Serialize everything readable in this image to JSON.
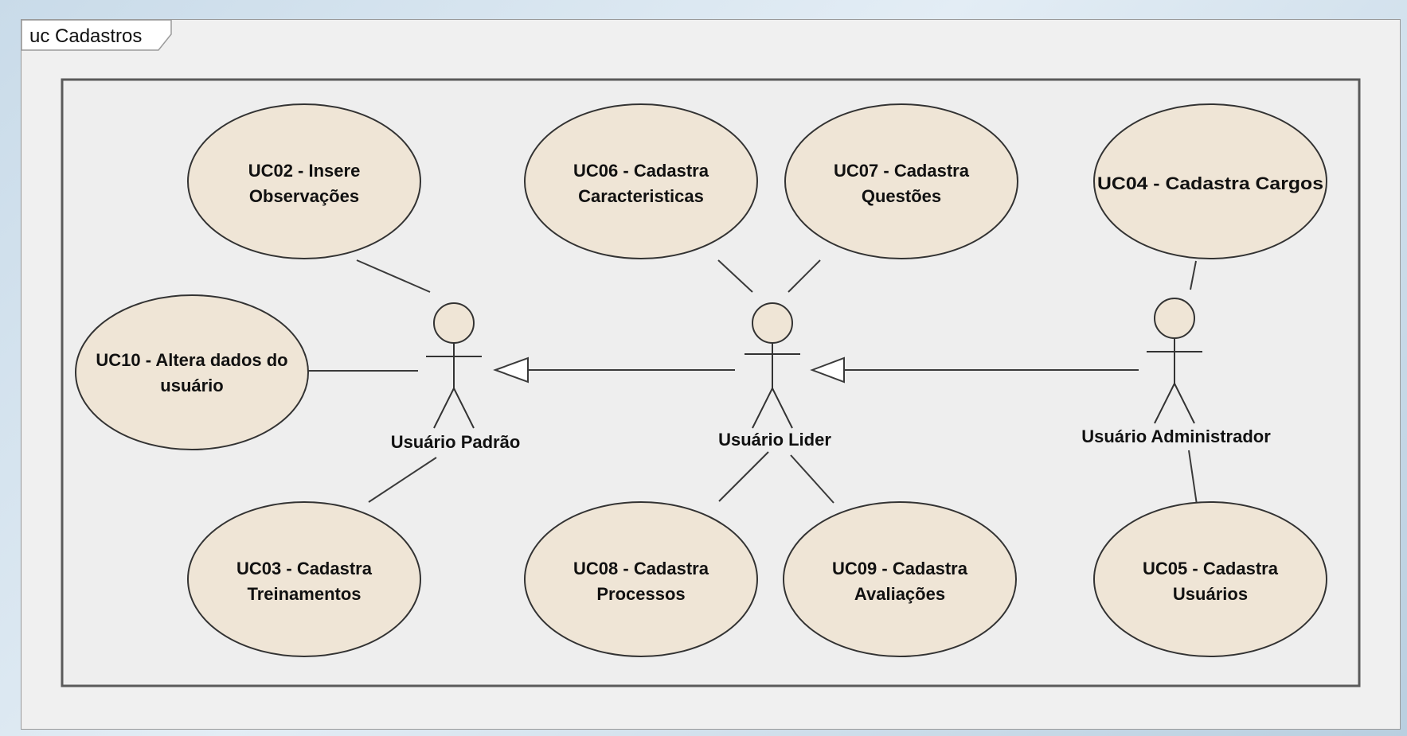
{
  "frame": {
    "label": "uc Cadastros"
  },
  "colors": {
    "usecase_fill": "#efe5d6",
    "stroke": "#5a5a5a",
    "system_fill": "#eeeeee",
    "frame_fill": "#f0f0f0"
  },
  "actors": {
    "padrao": {
      "name": "Usuário Padrão"
    },
    "lider": {
      "name": "Usuário Lider"
    },
    "admin": {
      "name": "Usuário Administrador"
    }
  },
  "use_cases": {
    "uc02": {
      "line1": "UC02 - Insere",
      "line2": "Observações"
    },
    "uc10": {
      "line1": "UC10 - Altera dados do",
      "line2": "usuário"
    },
    "uc03": {
      "line1": "UC03 - Cadastra",
      "line2": "Treinamentos"
    },
    "uc06": {
      "line1": "UC06 - Cadastra",
      "line2": "Caracteristicas"
    },
    "uc07": {
      "line1": "UC07 - Cadastra",
      "line2": "Questões"
    },
    "uc08": {
      "line1": "UC08 - Cadastra",
      "line2": "Processos"
    },
    "uc09": {
      "line1": "UC09 - Cadastra",
      "line2": "Avaliações"
    },
    "uc04": {
      "line1": "UC04 - Cadastra Cargos"
    },
    "uc05": {
      "line1": "UC05 - Cadastra",
      "line2": "Usuários"
    }
  }
}
